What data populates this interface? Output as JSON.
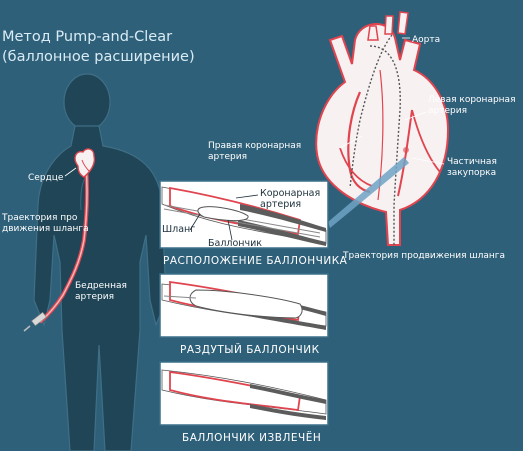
{
  "title": {
    "line1": "Метод Pump-and-Clear",
    "line2": "(баллонное расширение)"
  },
  "body_labels": {
    "heart": "Сердце",
    "path_line1": "Траектория про",
    "path_line2": "движения шланга",
    "femoral_line1": "Бедренная",
    "femoral_line2": "артерия"
  },
  "heart_labels": {
    "aorta": "Аорта",
    "left_coronary_line1": "Левая коронарная",
    "left_coronary_line2": "артерия",
    "right_coronary_line1": "Правая коронарная",
    "right_coronary_line2": "артерия",
    "blockage_line1": "Частичная",
    "blockage_line2": "закупорка",
    "hose_path": "Траектория продвижения шланга"
  },
  "panels": [
    {
      "caption": "РАСПОЛОЖЕНИЕ БАЛЛОНЧИКА",
      "labels": {
        "coronary_line1": "Коронарная",
        "coronary_line2": "артерия",
        "hose": "Шланг",
        "balloon": "Баллончик"
      }
    },
    {
      "caption": "РАЗДУТЫЙ БАЛЛОНЧИК"
    },
    {
      "caption": "БАЛЛОНЧИК ИЗВЛЕЧЁН"
    }
  ],
  "colors": {
    "background": "#2f6079",
    "silhouette": "#1f4557",
    "artery_red": "#e0454f",
    "heart_fill": "#f7f1f2",
    "panel_fill": "#ffffff",
    "plaque": "#5c5c5c",
    "pointer": "#6fa3c5"
  }
}
